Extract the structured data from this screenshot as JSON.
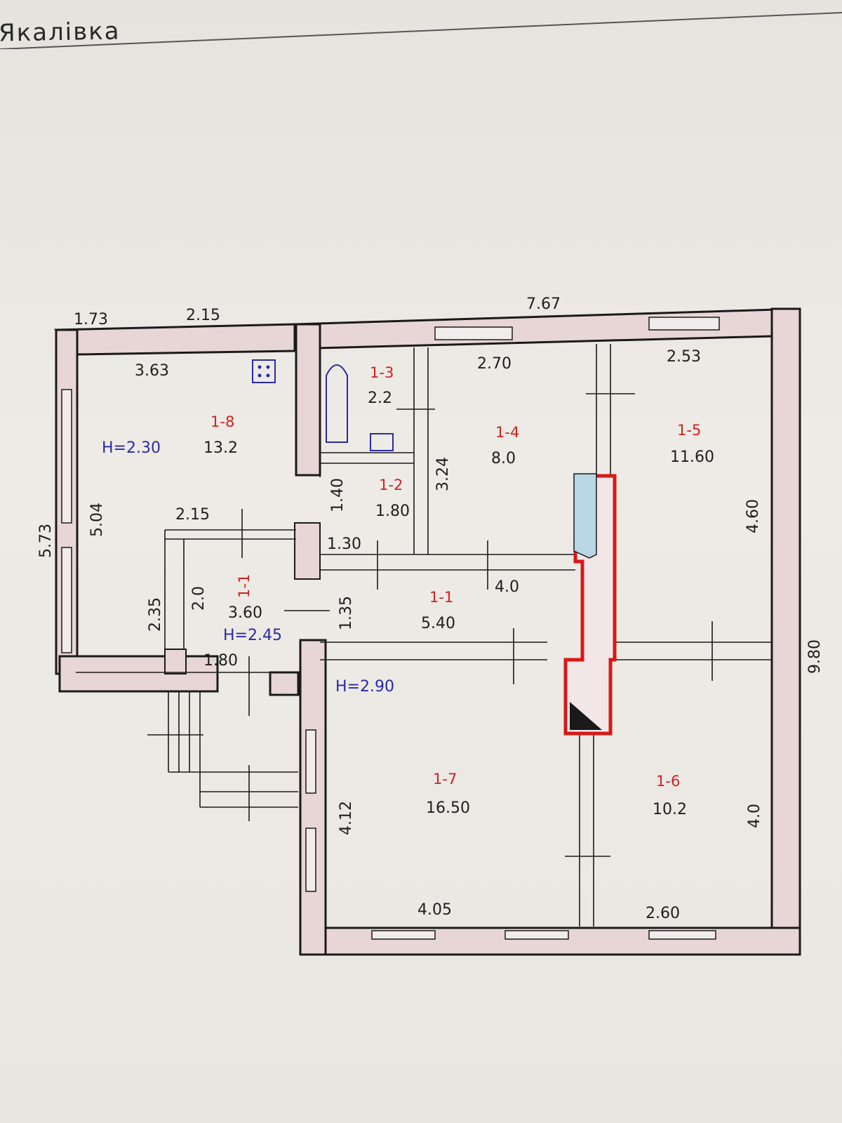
{
  "header": {
    "place_name": "Якалівка"
  },
  "plan": {
    "overall_dims": {
      "top_left_a": "1.73",
      "top_left_b": "2.15",
      "top_right": "7.67",
      "left_side": "5.73",
      "right_side": "9.80"
    },
    "heights": {
      "h_kitchen": "H=2.30",
      "h_porch": "H=2.45",
      "h_main": "H=2.90"
    },
    "rooms": [
      {
        "id": "1-8",
        "area": "13.2"
      },
      {
        "id": "1-3",
        "area": "2.2"
      },
      {
        "id": "1-4",
        "area": "8.0"
      },
      {
        "id": "1-5",
        "area": "11.60"
      },
      {
        "id": "1-2",
        "area": "1.80"
      },
      {
        "id": "1-1",
        "area": "3.60"
      },
      {
        "id": "1-1",
        "area": "5.40"
      },
      {
        "id": "1-7",
        "area": "16.50"
      },
      {
        "id": "1-6",
        "area": "10.2"
      }
    ],
    "dims": {
      "d_363": "3.63",
      "d_504": "5.04",
      "d_215": "2.15",
      "d_235": "2.35",
      "d_20": "2.0",
      "d_180": "1.80",
      "d_140": "1.40",
      "d_130": "1.30",
      "d_135": "1.35",
      "d_324": "3.24",
      "d_270": "2.70",
      "d_253": "2.53",
      "d_460": "4.60",
      "d_40a": "4.0",
      "d_412": "4.12",
      "d_405": "4.05",
      "d_260": "2.60",
      "d_40b": "4.0"
    }
  }
}
